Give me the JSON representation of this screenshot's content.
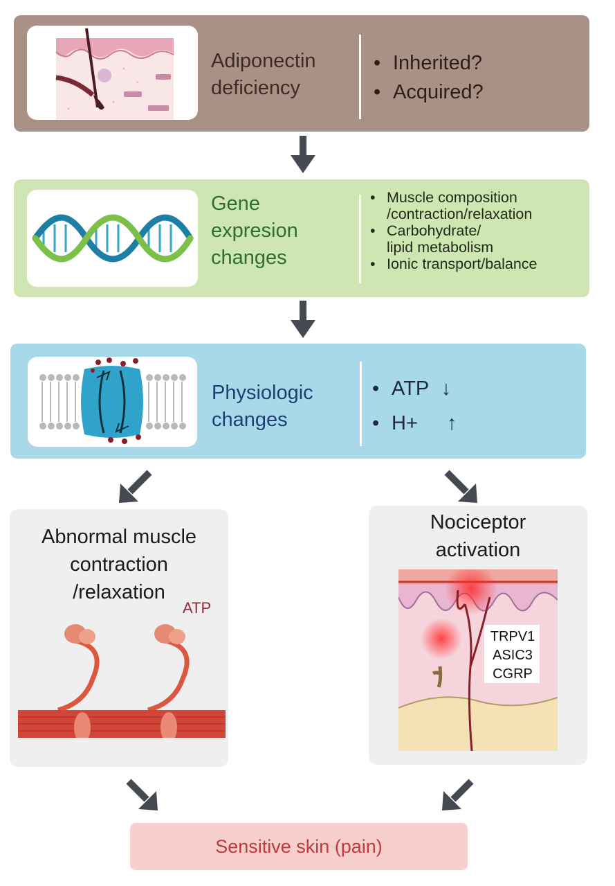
{
  "panel1": {
    "title_lines": [
      "Adiponectin",
      "deficiency"
    ],
    "bullets": [
      "Inherited?",
      "Acquired?"
    ]
  },
  "panel2": {
    "title_lines": [
      "Gene",
      "expresion",
      "changes"
    ],
    "bullets": [
      {
        "lines": [
          "Muscle composition",
          "/contraction/relaxation"
        ]
      },
      {
        "lines": [
          "Carbohydrate/",
          "lipid metabolism"
        ]
      },
      {
        "lines": [
          "Ionic transport/balance"
        ]
      }
    ]
  },
  "panel3": {
    "title_lines": [
      "Physiologic",
      "changes"
    ],
    "bullets": [
      {
        "label": "ATP",
        "arrow": "↓"
      },
      {
        "label": "H+",
        "arrow": "↑"
      }
    ]
  },
  "muscle": {
    "title_lines": [
      "Abnormal muscle",
      "contraction",
      "/relaxation"
    ],
    "atp_label": "ATP"
  },
  "nociceptor": {
    "title_lines": [
      "Nociceptor",
      "activation"
    ],
    "markers": [
      "TRPV1",
      "ASIC3",
      "CGRP"
    ]
  },
  "outcome": {
    "label": "Sensitive skin (pain)"
  },
  "colors": {
    "panel1_bg": "#aa9186",
    "panel2_bg": "#cfe6b3",
    "panel3_bg": "#a8d9e8",
    "subpanel_bg": "#efefef",
    "outcome_bg": "#f7cfcc",
    "outcome_text": "#c0393c",
    "green_title": "#2b6e33",
    "blue_title": "#1f3f73",
    "arrow": "#454a52"
  }
}
